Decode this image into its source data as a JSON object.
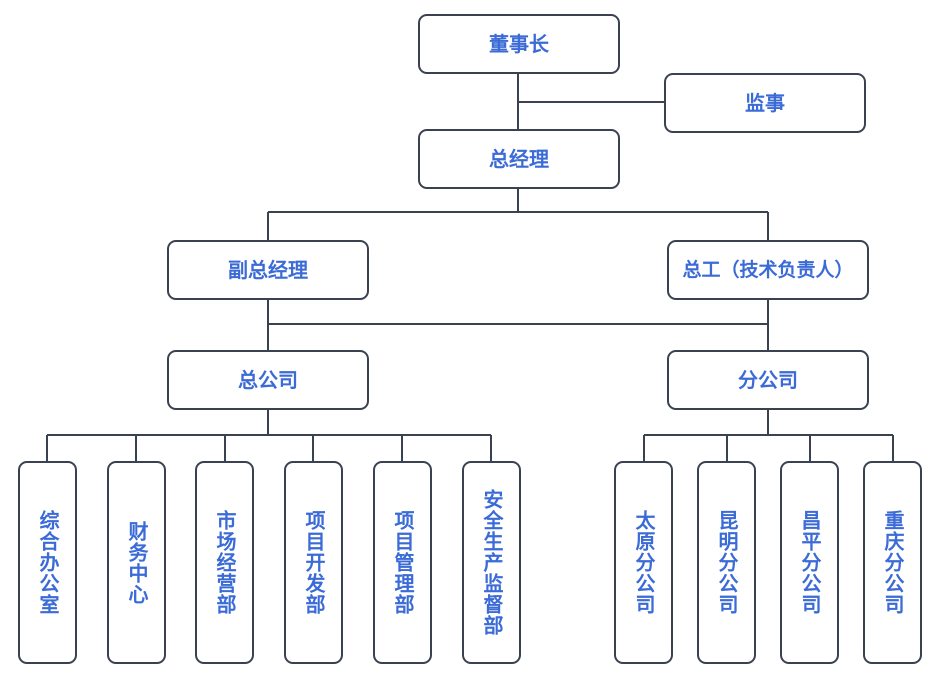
{
  "colors": {
    "text": "#3b6bd6",
    "border": "#3a4252",
    "line": "#3a4252"
  },
  "org": {
    "chairman": "董事长",
    "supervisor": "监事",
    "general_manager": "总经理",
    "deputy_gm": "副总经理",
    "chief_engineer": "总工（技术负责人）",
    "head_office": "总公司",
    "branch_office": "分公司",
    "head_depts": [
      "综合办公室",
      "财务中心",
      "市场经营部",
      "项目开发部",
      "项目管理部",
      "安全生产监督部"
    ],
    "branches": [
      "太原分公司",
      "昆明分公司",
      "昌平分公司",
      "重庆分公司"
    ]
  }
}
